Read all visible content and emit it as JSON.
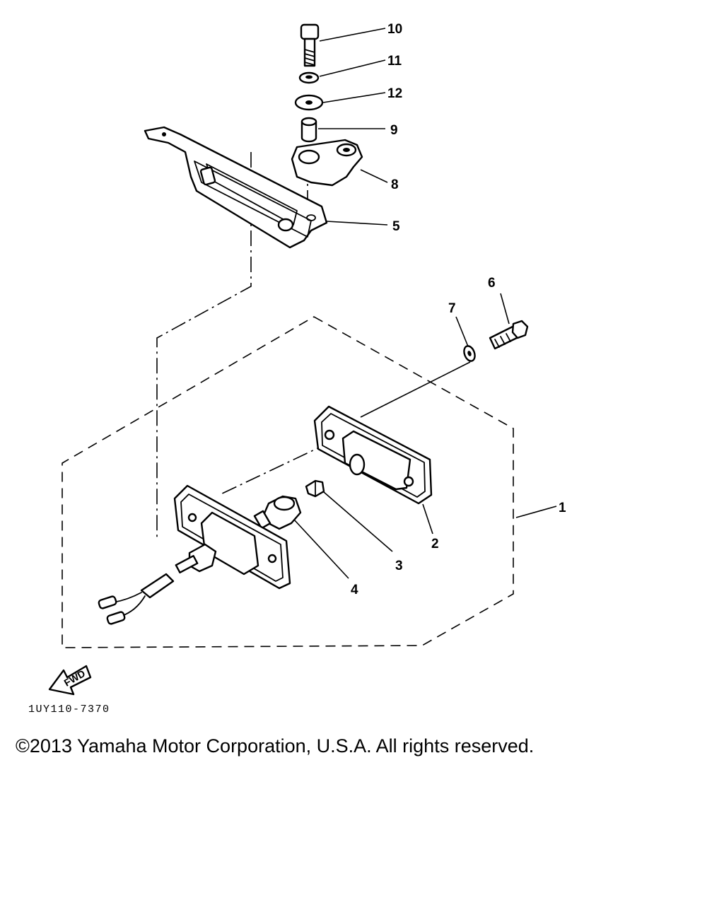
{
  "callouts": {
    "c1": "1",
    "c2": "2",
    "c3": "3",
    "c4": "4",
    "c5": "5",
    "c6": "6",
    "c7": "7",
    "c8": "8",
    "c9": "9",
    "c10": "10",
    "c11": "11",
    "c12": "12"
  },
  "direction_label": "FWD",
  "drawing_code": "1UY110-7370",
  "copyright": "©2013 Yamaha Motor Corporation, U.S.A. All rights reserved."
}
